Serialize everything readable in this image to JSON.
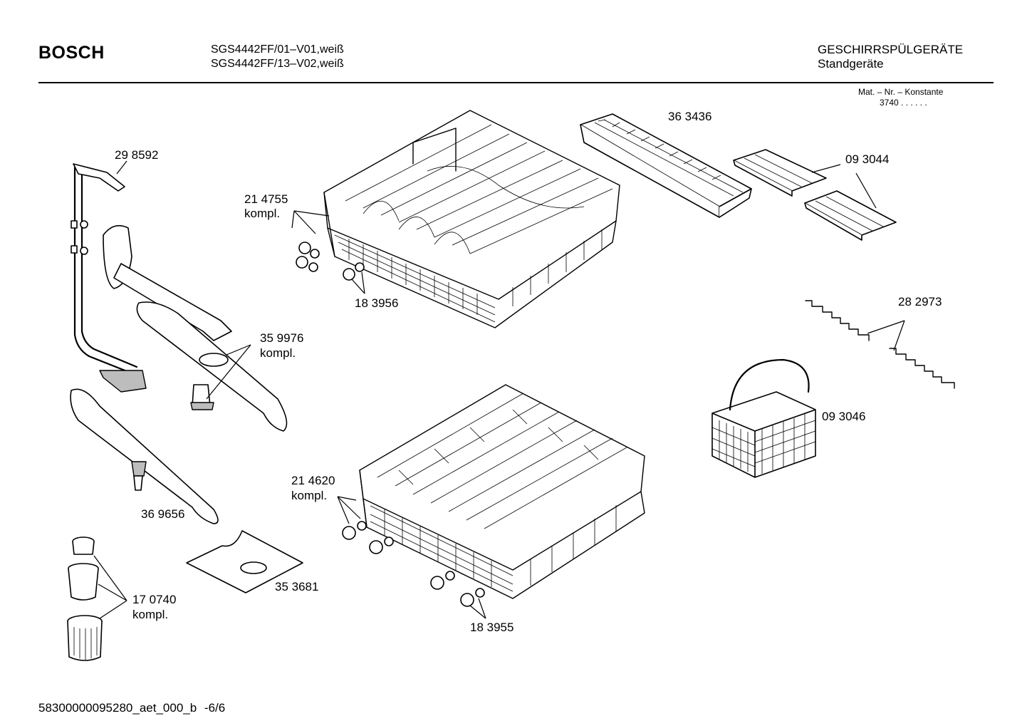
{
  "header": {
    "brand": "BOSCH",
    "models": [
      "SGS4442FF/01–V01,weiß",
      "SGS4442FF/13–V02,weiß"
    ],
    "category": "GESCHIRRSPÜLGERÄTE",
    "subcategory": "Standgeräte",
    "mat_title": "Mat. – Nr. – Konstante",
    "mat_value": "3740  .   .     .  .  .  ."
  },
  "parts": {
    "p298592": "29 8592",
    "p214755": "21 4755",
    "p214755_note": "kompl.",
    "p183956": "18 3956",
    "p363436": "36 3436",
    "p093044": "09 3044",
    "p359976": "35 9976",
    "p359976_note": "kompl.",
    "p282973": "28 2973",
    "p093046": "09 3046",
    "p214620": "21 4620",
    "p214620_note": "kompl.",
    "p369656": "36 9656",
    "p353681": "35 3681",
    "p170740": "17 0740",
    "p170740_note": "kompl.",
    "p183955": "18 3955"
  },
  "footer": {
    "code": "58300000095280_aet_000_b",
    "page": "-6/6"
  }
}
